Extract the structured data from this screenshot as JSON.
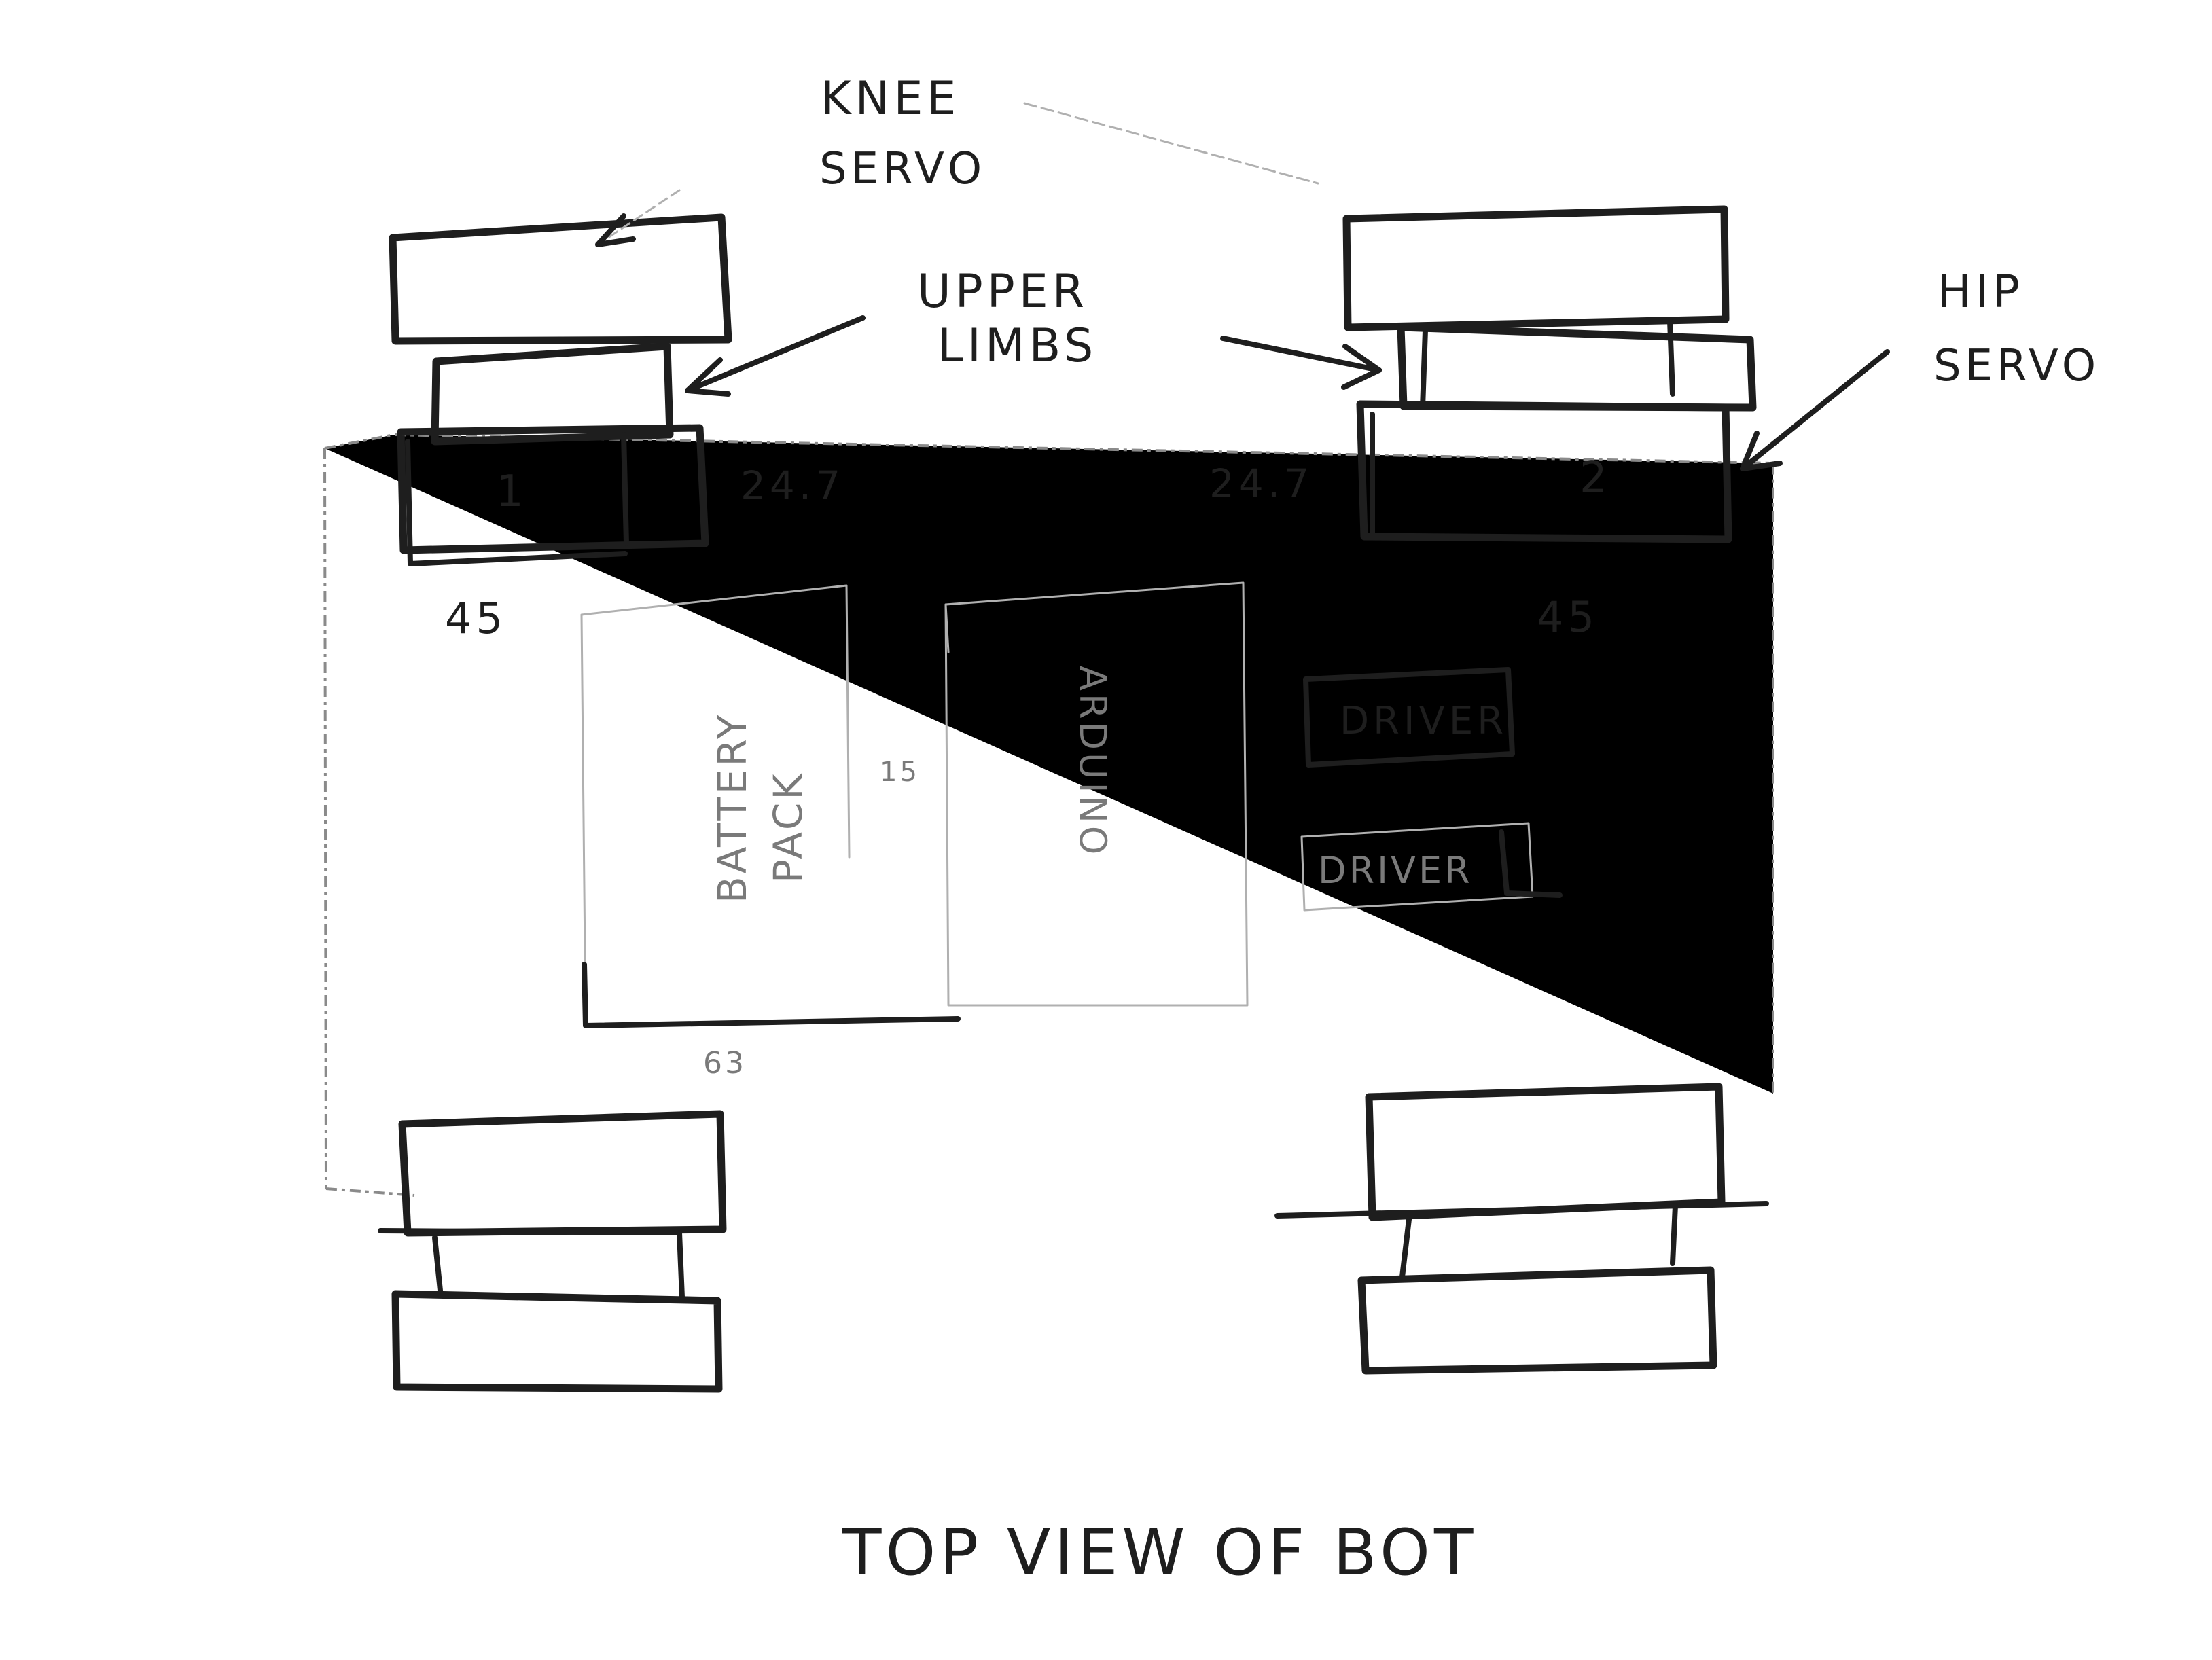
{
  "labels": {
    "knee_servo": [
      "KNEE",
      "SERVO"
    ],
    "upper_limbs": [
      "UPPER",
      "LIMBS"
    ],
    "hip_servo": [
      "HIP",
      "SERVO"
    ],
    "caption": "TOP VIEW OF BOT"
  },
  "servo_numbers": {
    "left": "1",
    "right": "2"
  },
  "dimensions": {
    "left_hip_width": "45",
    "right_hip_width": "45",
    "left_gap": "24.7",
    "right_gap": "24.7",
    "battery_width": "63",
    "center_gap": "15"
  },
  "components": {
    "battery_pack": [
      "BATTERY",
      "PACK"
    ],
    "controller": "ARDUINO",
    "driver_top": "DRIVER",
    "driver_bottom": "DRIVER"
  }
}
